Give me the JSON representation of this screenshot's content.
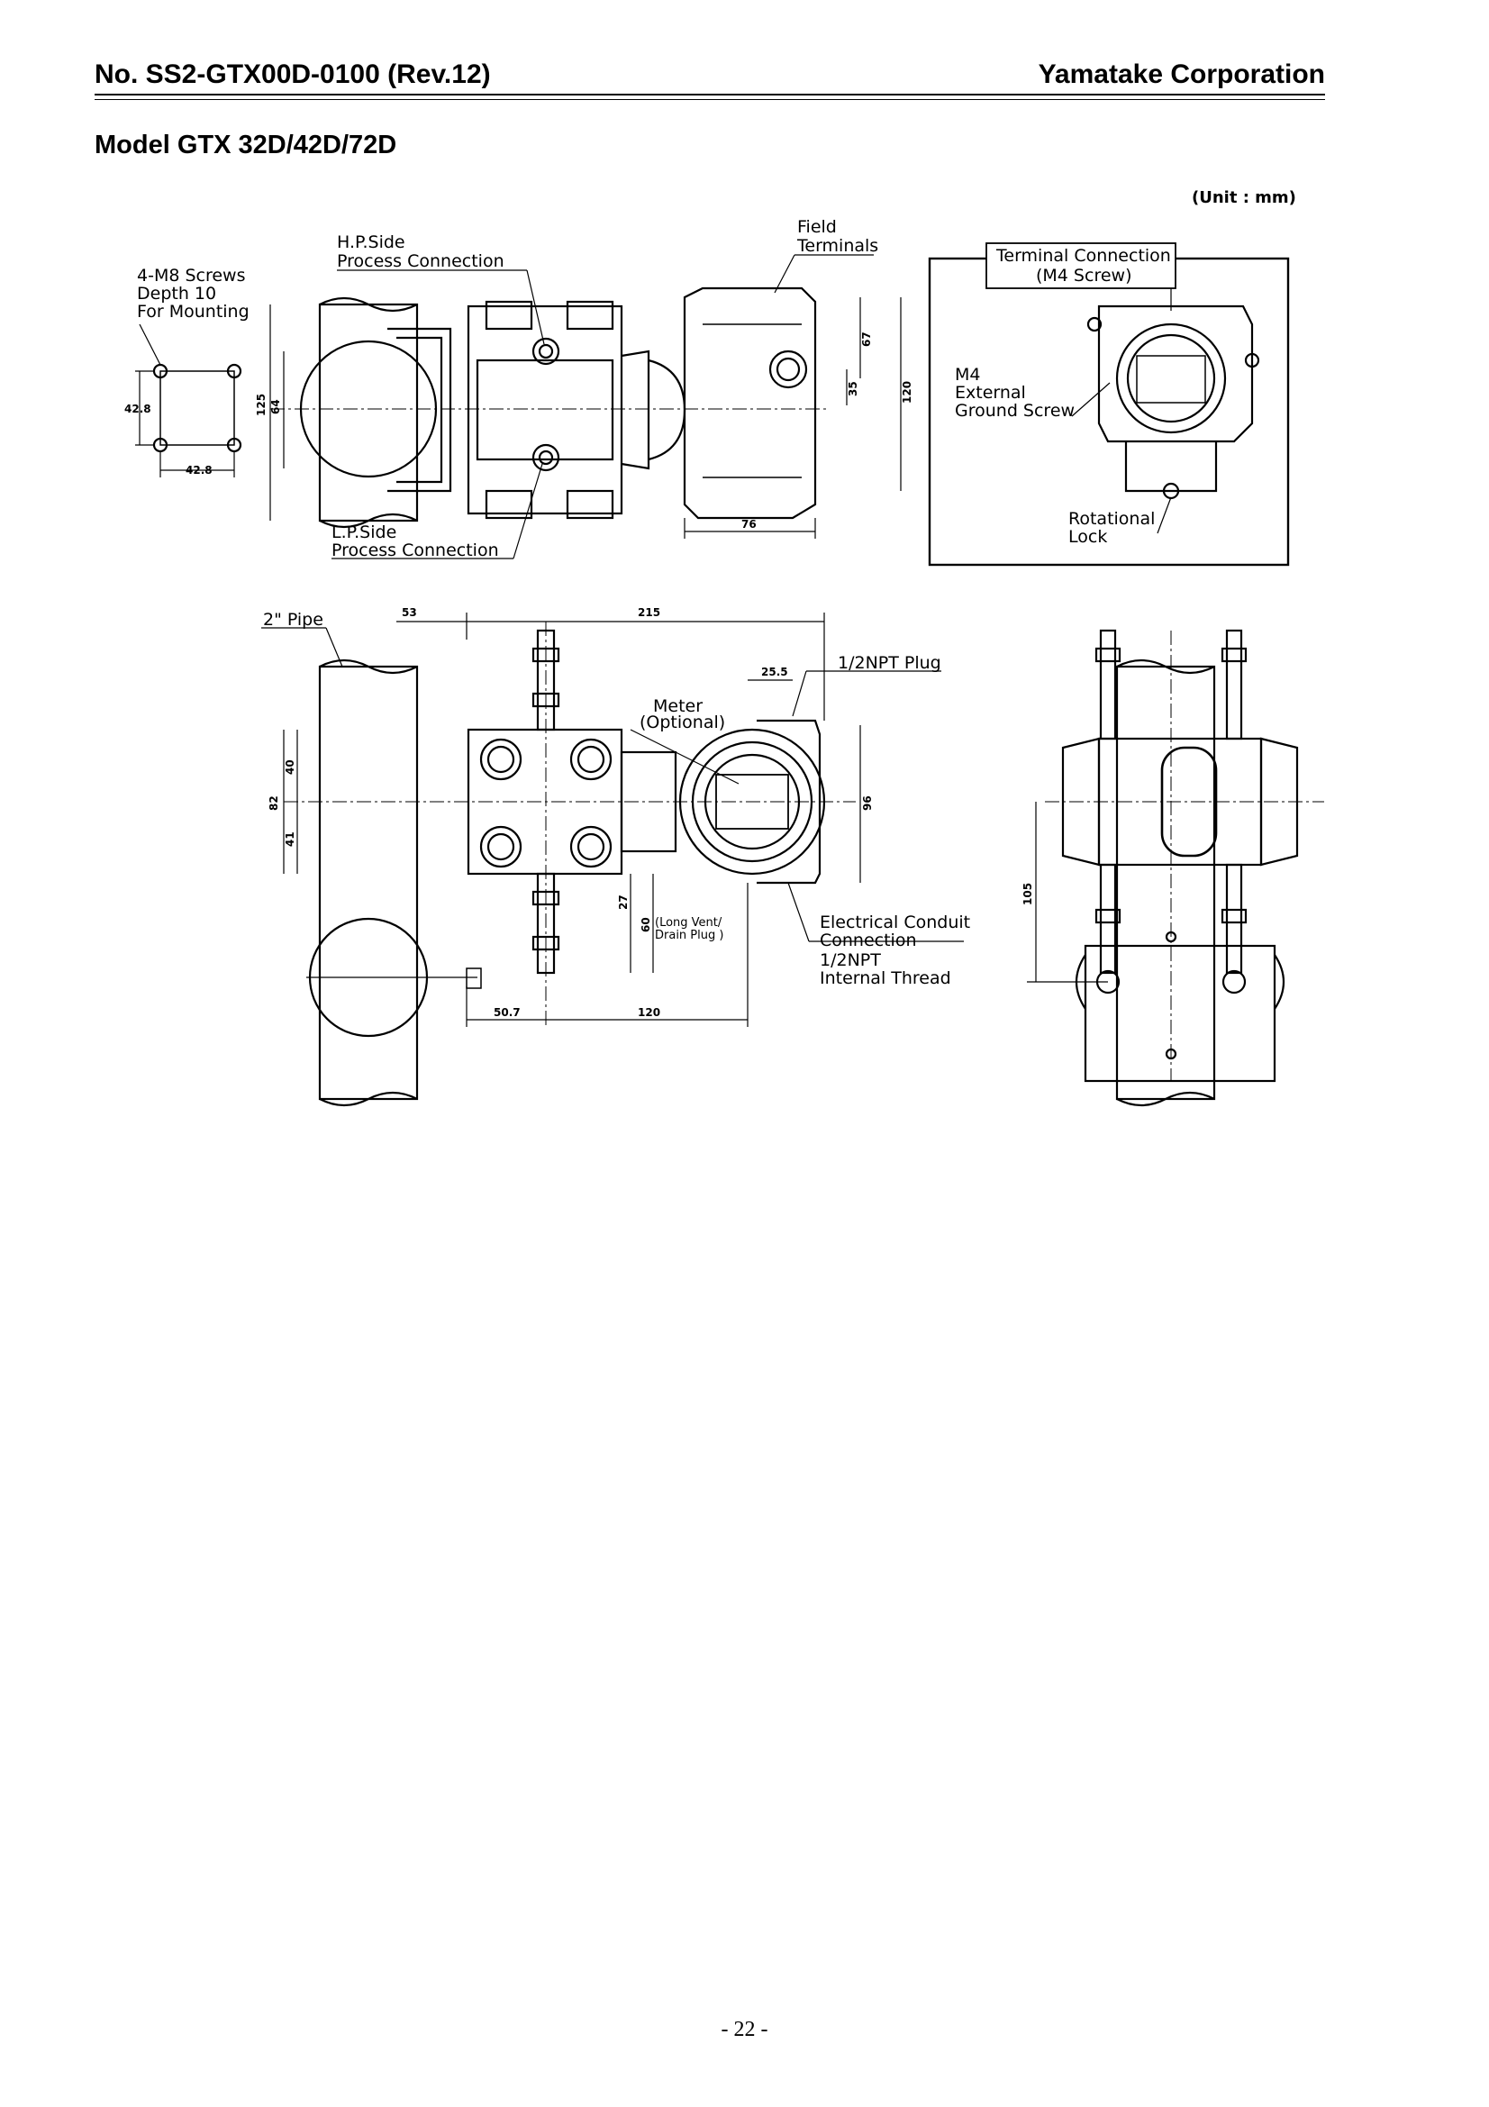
{
  "header": {
    "doc_number": "No. SS2-GTX00D-0100 (Rev.12)",
    "company": "Yamatake Corporation"
  },
  "model_title": "Model GTX 32D/42D/72D",
  "unit_note": "(Unit : mm)",
  "labels": {
    "mounting_screws": [
      "4-M8 Screws",
      "Depth 10",
      "For Mounting"
    ],
    "hp_side": [
      "H.P.Side",
      "Process Connection"
    ],
    "lp_side": [
      "L.P.Side",
      "Process Connection"
    ],
    "field_terminals": [
      "Field",
      "Terminals"
    ],
    "terminal_connection": [
      "Terminal Connection",
      "(M4 Screw)"
    ],
    "ground_screw": [
      "M4",
      "External",
      "Ground Screw"
    ],
    "rotational_lock": [
      "Rotational",
      "Lock"
    ],
    "pipe": "2\" Pipe",
    "plug": "1/2NPT Plug",
    "meter": [
      "Meter",
      "(Optional)"
    ],
    "vent": [
      "(Long Vent/",
      "Drain Plug )"
    ],
    "conduit": [
      "Electrical Conduit",
      "Connection",
      "1/2NPT",
      "Internal Thread"
    ]
  },
  "dimensions": {
    "d42_8_v": "42.8",
    "d42_8_h": "42.8",
    "d125": "125",
    "d64": "64",
    "d67": "67",
    "d35": "35",
    "d120_top": "120",
    "d76": "76",
    "d53": "53",
    "d215": "215",
    "d25_5": "25.5",
    "d82": "82",
    "d40": "40",
    "d41": "41",
    "d96": "96",
    "d27": "27",
    "d60": "60",
    "d50_7": "50.7",
    "d120_bottom": "120",
    "d105": "105"
  },
  "page_number": "- 22 -"
}
